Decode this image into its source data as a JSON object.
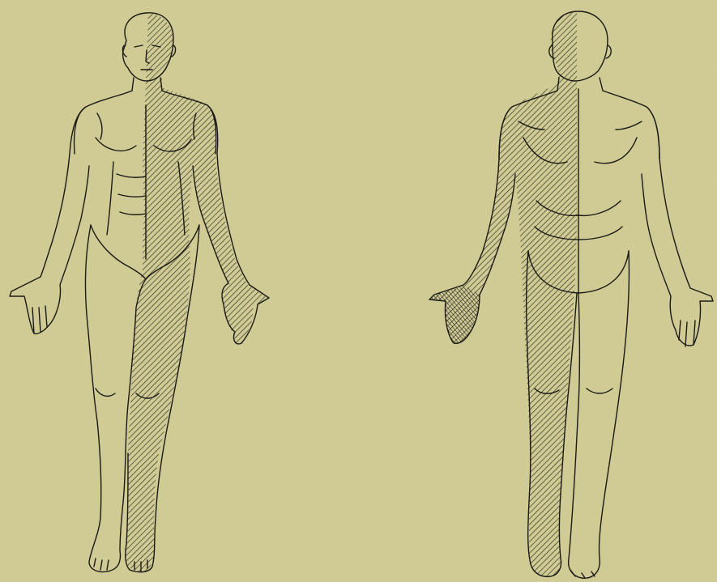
{
  "figure": {
    "paper_color": "#d3cd96",
    "ink_color": "#1a1a14",
    "hatch_color": "#2a2820",
    "figures": [
      {
        "name": "front-view",
        "hatched_side": "figure-left"
      },
      {
        "name": "back-view",
        "hatched_side": "figure-left"
      }
    ]
  }
}
